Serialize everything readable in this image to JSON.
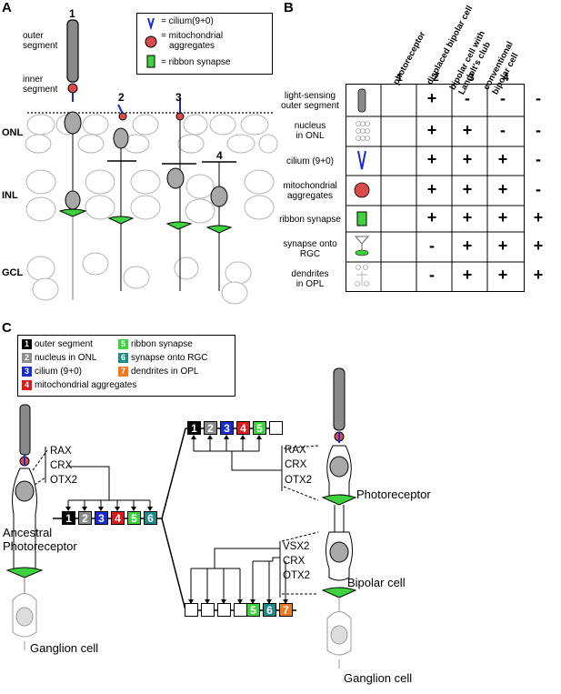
{
  "panels": {
    "a": "A",
    "b": "B",
    "c": "C"
  },
  "panelA": {
    "layers": {
      "onl": "ONL",
      "inl": "INL",
      "gcl": "GCL"
    },
    "labels": {
      "outer_segment": "outer\nsegment",
      "inner_segment": "inner\nsegment"
    },
    "cell_numbers": [
      "1",
      "2",
      "3",
      "4"
    ],
    "legend": [
      {
        "icon": "cilium-icon",
        "text": "= cilium(9+0)"
      },
      {
        "icon": "mitochondria-icon",
        "text": "= mitochondrial\naggregates"
      },
      {
        "icon": "ribbon-synapse-icon",
        "text": "= ribbon synapse"
      }
    ]
  },
  "panelB": {
    "columns": [
      {
        "num": "1",
        "header": "photoreceptor"
      },
      {
        "num": "2",
        "header": "displaced bipolar cell"
      },
      {
        "num": "3",
        "header": "bipolar cell with\nLandolt's club"
      },
      {
        "num": "4",
        "header": "conventional\nbipolar cell"
      }
    ],
    "rows": [
      {
        "label": "light-sensing\nouter segment",
        "icon": "outer-segment-icon",
        "values": [
          "+",
          "-",
          "-",
          "-"
        ]
      },
      {
        "label": "nucleus\nin ONL",
        "icon": "nucleus-icon",
        "values": [
          "+",
          "+",
          "-",
          "-"
        ]
      },
      {
        "label": "cilium (9+0)",
        "icon": "cilium-icon",
        "values": [
          "+",
          "+",
          "+",
          "-"
        ]
      },
      {
        "label": "mitochondrial\naggregates",
        "icon": "mitochondria-icon",
        "values": [
          "+",
          "+",
          "+",
          "-"
        ]
      },
      {
        "label": "ribbon synapse",
        "icon": "ribbon-synapse-icon",
        "values": [
          "+",
          "+",
          "+",
          "+"
        ]
      },
      {
        "label": "synapse onto\nRGC",
        "icon": "rgc-synapse-icon",
        "values": [
          "-",
          "+",
          "+",
          "+"
        ]
      },
      {
        "label": "dendrites\nin OPL",
        "icon": "dendrites-icon",
        "values": [
          "-",
          "+",
          "+",
          "+"
        ]
      }
    ]
  },
  "panelC": {
    "legend": [
      {
        "num": "1",
        "text": "outer segment",
        "color": "#000000"
      },
      {
        "num": "2",
        "text": "nucleus in ONL",
        "color": "#8c8c8c"
      },
      {
        "num": "3",
        "text": "cilium (9+0)",
        "color": "#1a2ccf"
      },
      {
        "num": "4",
        "text": "mitochondrial aggregates",
        "color": "#e01818"
      },
      {
        "num": "5",
        "text": "ribbon synapse",
        "color": "#3fd13f"
      },
      {
        "num": "6",
        "text": "synapse onto RGC",
        "color": "#1f8a8a"
      },
      {
        "num": "7",
        "text": "dendrites in OPL",
        "color": "#f07a20"
      }
    ],
    "ancestral_genes": [
      "RAX",
      "CRX",
      "OTX2"
    ],
    "photoreceptor_genes": [
      "RAX",
      "CRX",
      "OTX2"
    ],
    "bipolar_genes": [
      "VSX2",
      "CRX",
      "OTX2"
    ],
    "labels": {
      "ancestral": "Ancestral\nPhotoreceptor",
      "ganglion_left": "Ganglion cell",
      "photoreceptor": "Photoreceptor",
      "bipolar": "Bipolar cell",
      "ganglion_right": "Ganglion cell"
    }
  }
}
